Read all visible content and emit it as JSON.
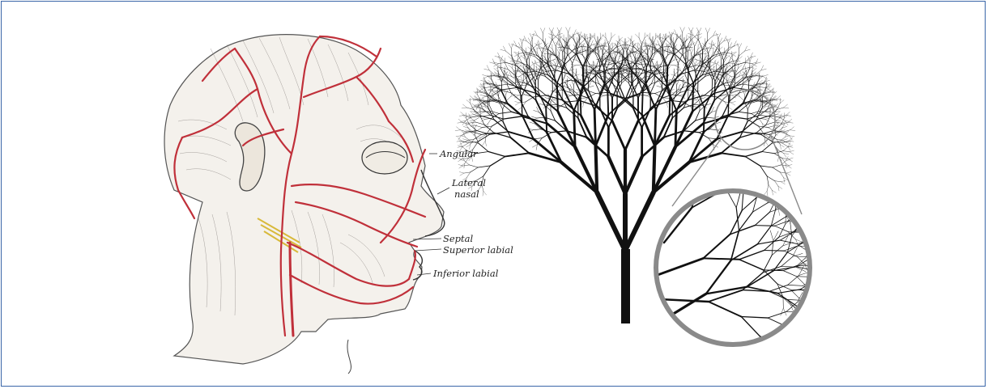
{
  "colors": {
    "border": "#3a66a8",
    "artery": "#c0303a",
    "nerve": "#d8b93a",
    "tree": "#111111",
    "magnifier": "#8a8a8a"
  },
  "head_labels": {
    "angular": "Angular",
    "lateral_nasal_1": "Lateral",
    "lateral_nasal_2": "nasal",
    "septal": "Septal",
    "superior_labial": "Superior labial",
    "inferior_labial": "Inferior labial"
  },
  "tree": {
    "max_depth": 9,
    "trunk_color": "#111111"
  }
}
